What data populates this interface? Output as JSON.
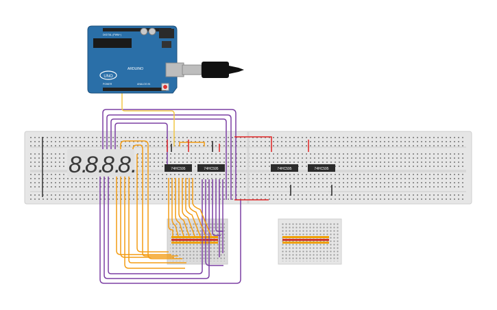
{
  "workspace": {
    "background": "#ffffff"
  },
  "arduino": {
    "model_label": "UNO",
    "brand_label": "ARDUINO",
    "pin_label_digital": "DIGITAL (PWM~)",
    "pin_label_analog": "ANALOG IN",
    "power_label": "POWER",
    "board_color": "#2a6fa8",
    "usb_cable_icon": "usb-plug-icon",
    "reset_button_icon": "reset-button-icon"
  },
  "display": {
    "digits": [
      "8.",
      "8.",
      "8.",
      "8."
    ],
    "color": "#3a3a3a"
  },
  "chips": [
    {
      "label": "74HC595"
    },
    {
      "label": "74HC595"
    },
    {
      "label": "74HC595"
    },
    {
      "label": "74HC595"
    }
  ],
  "wire_colors": {
    "usb_link": "#f2c744",
    "segments": "#f39c12",
    "control": "#7b3fa3",
    "power": "#e02424",
    "ground": "#222222"
  },
  "resistor_colors": {
    "body": "#f0a000",
    "band": "#d0342c"
  }
}
